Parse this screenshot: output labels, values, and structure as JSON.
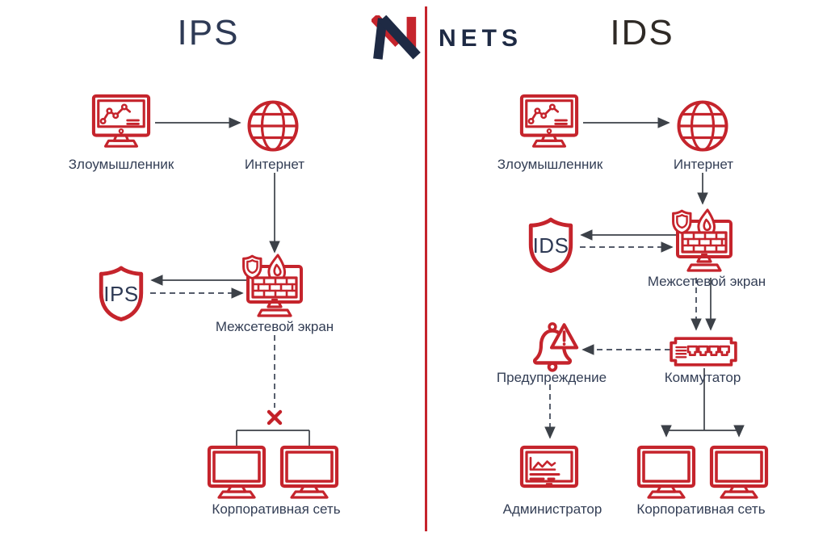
{
  "logo": {
    "text": "NETS"
  },
  "panels": {
    "ips": {
      "title": "IPS",
      "labels": {
        "attacker": "Злоумышленник",
        "internet": "Интернет",
        "shield": "IPS",
        "firewall": "Межсетевой экран",
        "corporate": "Корпоративная сеть"
      }
    },
    "ids": {
      "title": "IDS",
      "labels": {
        "attacker": "Злоумышленник",
        "internet": "Интернет",
        "shield": "IDS",
        "firewall": "Межсетевой экран",
        "switch": "Коммутатор",
        "alert": "Предупреждение",
        "admin": "Администратор",
        "corporate": "Корпоративная сеть"
      }
    }
  },
  "colors": {
    "icon_red": "#c5242c",
    "divider_red": "#c5242c",
    "label_navy": "#333e55",
    "ips_title_navy": "#2e3a55",
    "ids_title_dark": "#2f2a26",
    "logo_navy": "#1e2a44",
    "connector_dark": "#3c4148",
    "cross_red": "#c32028"
  }
}
